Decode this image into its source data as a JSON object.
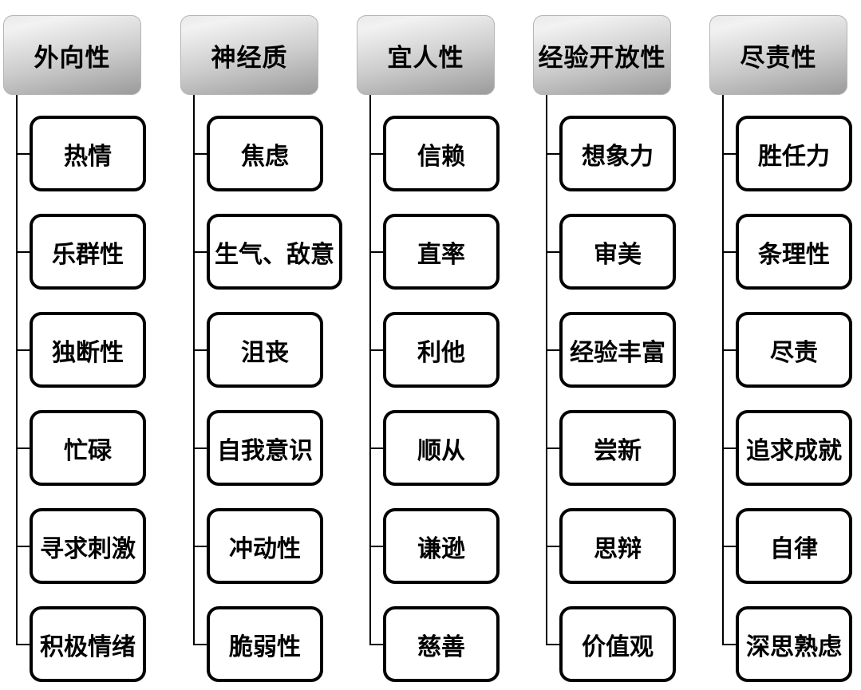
{
  "diagram": {
    "columns": [
      {
        "header": "外向性",
        "items": [
          "热情",
          "乐群性",
          "独断性",
          "忙碌",
          "寻求刺激",
          "积极情绪"
        ]
      },
      {
        "header": "神经质",
        "items": [
          "焦虑",
          "生气、敌意",
          "沮丧",
          "自我意识",
          "冲动性",
          "脆弱性"
        ]
      },
      {
        "header": "宜人性",
        "items": [
          "信赖",
          "直率",
          "利他",
          "顺从",
          "谦逊",
          "慈善"
        ]
      },
      {
        "header": "经验开放性",
        "items": [
          "想象力",
          "审美",
          "经验丰富",
          "尝新",
          "思辩",
          "价值观"
        ]
      },
      {
        "header": "尽责性",
        "items": [
          "胜任力",
          "条理性",
          "尽责",
          "追求成就",
          "自律",
          "深思熟虑"
        ]
      }
    ],
    "colors": {
      "background": "#ffffff",
      "box_border": "#000000",
      "box_fill": "#ffffff",
      "connector": "#000000",
      "header_gradient_top": "#f2f2f2",
      "header_gradient_bottom": "#9a9a9a",
      "text": "#000000"
    }
  }
}
